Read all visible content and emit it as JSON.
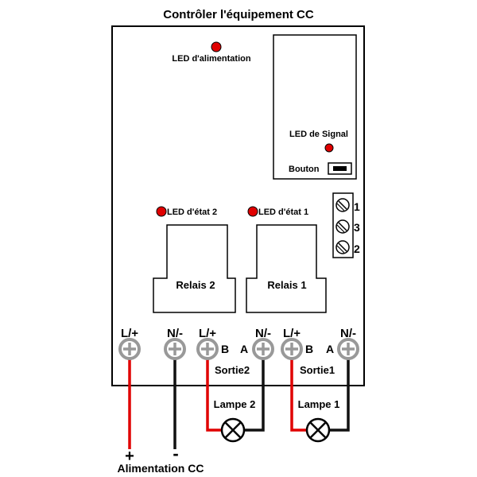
{
  "title": "Contrôler l'équipement CC",
  "leds": {
    "power": "LED d'alimentation",
    "signal": "LED de Signal",
    "status2": "LED d'état 2",
    "status1": "LED d'état 1"
  },
  "button_label": "Bouton",
  "side_terminals": [
    "1",
    "3",
    "2"
  ],
  "relays": {
    "relay2": "Relais 2",
    "relay1": "Relais 1"
  },
  "terminals": {
    "t1": "L/+",
    "t2": "N/-",
    "t3": "L/+",
    "t4": "N/-",
    "t5": "L/+",
    "t6": "N/-"
  },
  "ab_labels": {
    "b_left": "B",
    "a_mid": "A",
    "b_right": "B",
    "a_right": "A"
  },
  "outputs": {
    "out2": "Sortie2",
    "out1": "Sortie1"
  },
  "lamps": {
    "lamp2": "Lampe 2",
    "lamp1": "Lampe 1"
  },
  "power_supply": {
    "plus": "+",
    "minus": "-",
    "label": "Alimentation CC"
  },
  "colors": {
    "led": "#e00000",
    "wire_pos": "#e00000",
    "wire_neg": "#111111",
    "terminal": "#999999"
  }
}
